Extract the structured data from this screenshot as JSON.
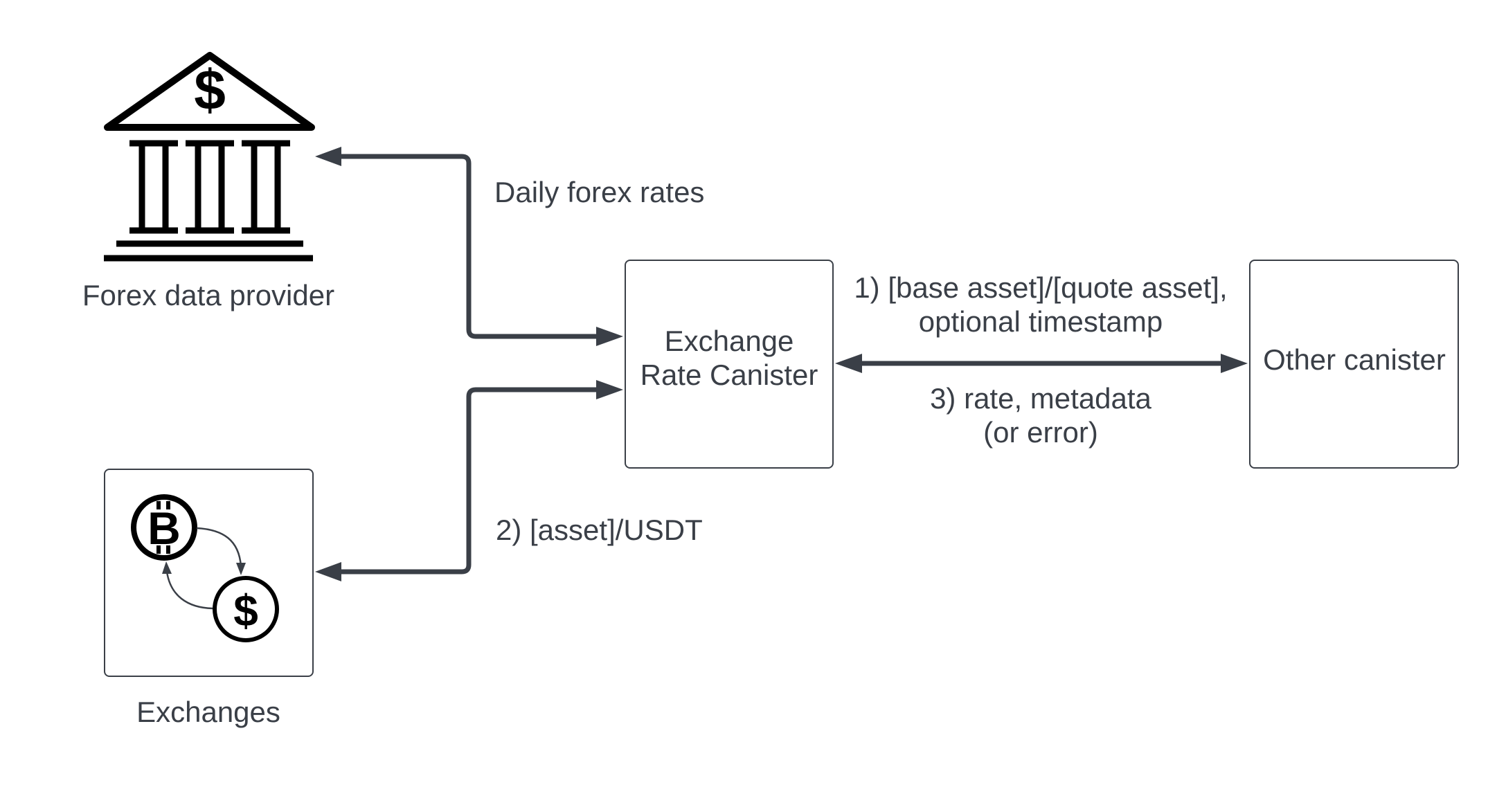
{
  "nodes": {
    "forex_provider": {
      "label": "Forex data provider",
      "icon": "bank-icon"
    },
    "exchanges": {
      "label": "Exchanges",
      "icon": "crypto-exchange-icon"
    },
    "xrc": {
      "label_line1": "Exchange",
      "label_line2": "Rate Canister"
    },
    "other": {
      "label": "Other canister"
    }
  },
  "edges": {
    "forex": {
      "label": "Daily forex rates"
    },
    "exchanges": {
      "label": "2) [asset]/USDT"
    },
    "request": {
      "label_line1": "1) [base asset]/[quote asset],",
      "label_line2": "optional timestamp"
    },
    "response": {
      "label_line1": "3) rate, metadata",
      "label_line2": "(or error)"
    }
  },
  "colors": {
    "edge": "#3a3f47",
    "text": "#3a3f47",
    "icon": "#000000",
    "box_border": "#3a3f47"
  }
}
